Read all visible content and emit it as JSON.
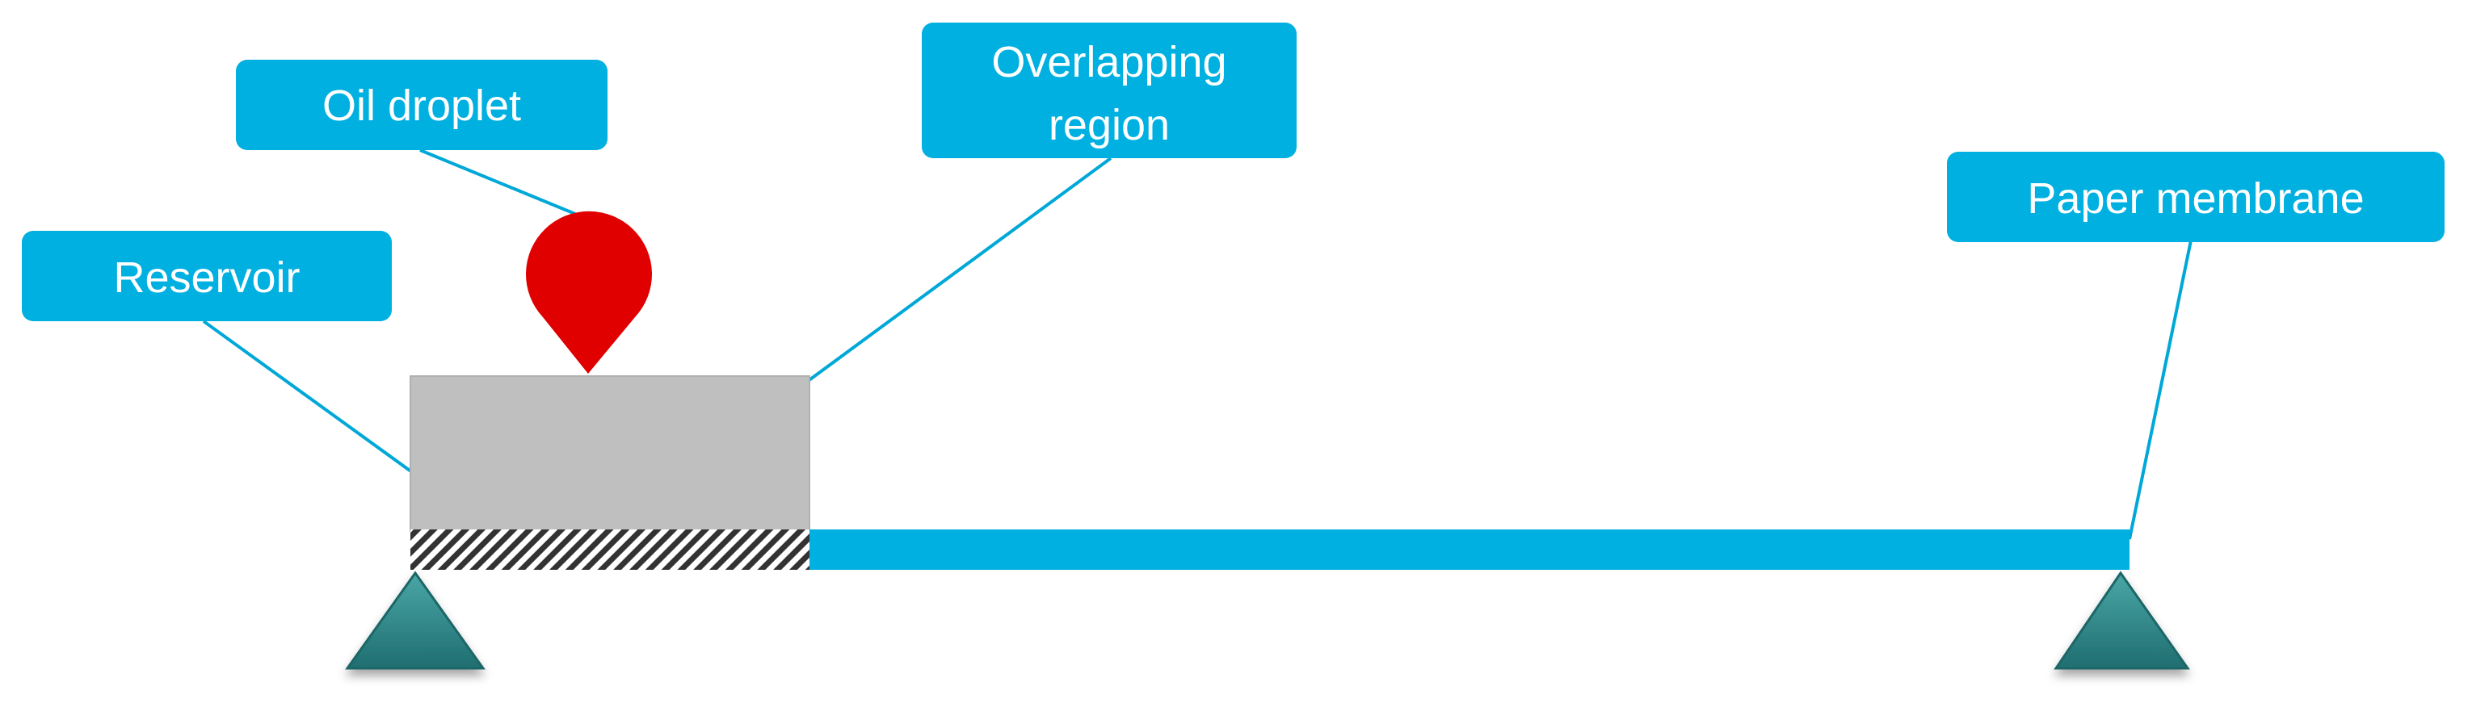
{
  "callouts": {
    "oil_droplet": "Oil droplet",
    "reservoir": "Reservoir",
    "overlapping_region_line1": "Overlapping",
    "overlapping_region_line2": "region",
    "paper_membrane": "Paper membrane"
  },
  "colors": {
    "callout_fill": "#00b0e0",
    "leader_line": "#00a8d8",
    "membrane": "#00b0e0",
    "reservoir": "#bfbfbf",
    "droplet": "#e00000",
    "support": "#2e8b8b"
  }
}
